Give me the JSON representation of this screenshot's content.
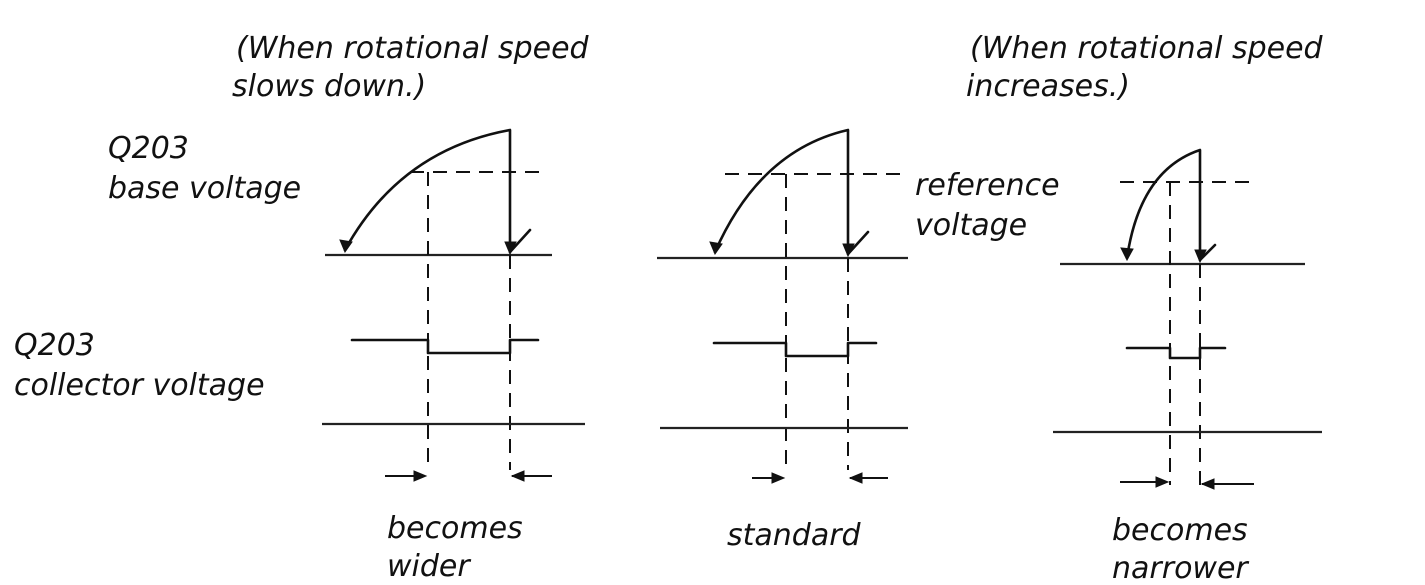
{
  "labels": {
    "heading_left_line1": "(When rotational speed",
    "heading_left_line2": "slows down.)",
    "heading_right_line1": "(When rotational speed",
    "heading_right_line2": "increases.)",
    "base_label_line1": "Q203",
    "base_label_line2": "base voltage",
    "collector_label_line1": "Q203",
    "collector_label_line2": "collector voltage",
    "reference_line1": "reference",
    "reference_line2": "voltage",
    "caption_left_line1": "becomes",
    "caption_left_line2": "wider",
    "caption_middle": "standard",
    "caption_right_line1": "becomes",
    "caption_right_line2": "narrower"
  }
}
